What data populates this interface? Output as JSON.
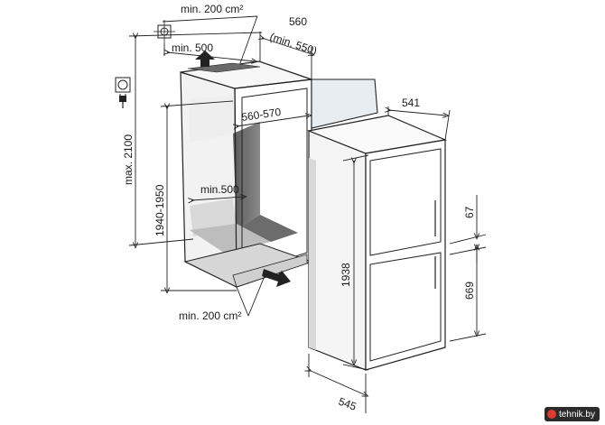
{
  "labels": {
    "top_vent_area": "min. 200 cm²",
    "top_opening_depth": "min. 500",
    "niche_depth": "560",
    "niche_depth_min": "(min. 550)",
    "niche_width": "560-570",
    "inner_depth": "min.500",
    "max_height": "max. 2100",
    "niche_height": "1940-1950",
    "appliance_width": "541",
    "appliance_height": "1938",
    "appliance_depth": "545",
    "door_gap": "67",
    "lower_door": "669",
    "bottom_vent_area": "min. 200 cm²"
  },
  "icons": [
    "vent-grille-icon",
    "power-socket-icon",
    "airflow-arrow-icon"
  ],
  "watermark": {
    "text": "tehnik.by"
  }
}
